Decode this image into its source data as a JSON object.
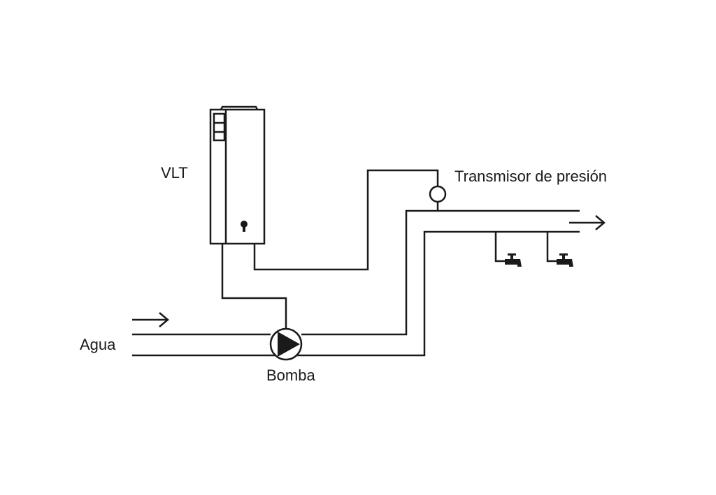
{
  "labels": {
    "vlt": "VLT",
    "sensor": "Transmisor de presión",
    "water": "Agua",
    "pump": "Bomba"
  },
  "colors": {
    "line": "#1a1a1a",
    "background": "#ffffff"
  },
  "icons": {
    "drive": "vlt-drive-icon",
    "pump": "pump-icon",
    "sensor": "pressure-sensor-icon",
    "tap": "faucet-icon",
    "flow": "arrow-right-icon"
  }
}
